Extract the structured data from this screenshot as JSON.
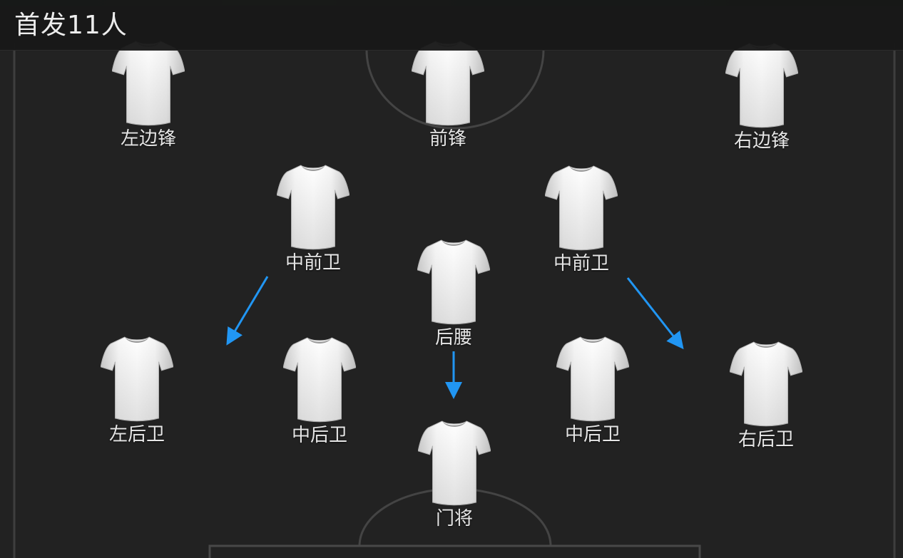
{
  "header": {
    "title": "首发11人"
  },
  "players": {
    "lw": {
      "label": "左边锋"
    },
    "st": {
      "label": "前锋"
    },
    "rw": {
      "label": "右边锋"
    },
    "lcm": {
      "label": "中前卫"
    },
    "rcm": {
      "label": "中前卫"
    },
    "cdm": {
      "label": "后腰"
    },
    "lb": {
      "label": "左后卫"
    },
    "lcb": {
      "label": "中后卫"
    },
    "rcb": {
      "label": "中后卫"
    },
    "rb": {
      "label": "右后卫"
    },
    "gk": {
      "label": "门将"
    }
  },
  "colors": {
    "pitch": "#222222",
    "line": "#4a4a4a",
    "shirt": "#f2f2f2",
    "arrow": "#2196f3"
  },
  "icons": {
    "shirt": "shirt-icon",
    "arrow": "arrow-icon"
  }
}
